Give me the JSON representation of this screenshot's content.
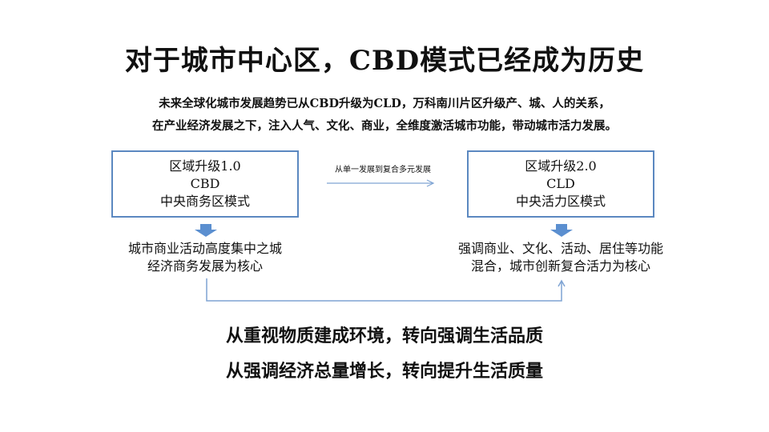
{
  "slide": {
    "title": "对于城市中心区，CBD模式已经成为历史",
    "subtitle_line1": "未来全球化城市发展趋势已从CBD升级为CLD，万科南川片区升级产、城、人的关系，",
    "subtitle_line2": "在产业经济发展之下，注入人气、文化、商业，全维度激活城市功能，带动城市活力发展。"
  },
  "left_box": {
    "line1": "区域升级1.0",
    "line2": "CBD",
    "line3": "中央商务区模式"
  },
  "right_box": {
    "line1": "区域升级2.0",
    "line2": "CLD",
    "line3": "中央活力区模式"
  },
  "connector": {
    "label": "从单一发展到复合多元发展"
  },
  "left_desc": {
    "line1": "城市商业活动高度集中之城",
    "line2": "经济商务发展为核心"
  },
  "right_desc": {
    "line1": "强调商业、文化、活动、居住等功能",
    "line2": "混合，城市创新复合活力为核心"
  },
  "conclusions": {
    "line1": "从重视物质建成环境，转向强调生活品质",
    "line2": "从强调经济总量增长，转向提升生活质量"
  },
  "colors": {
    "box_border": "#5b88c0",
    "arrow_fill": "#5b8fd0",
    "connector_line": "#7fa4d3"
  }
}
